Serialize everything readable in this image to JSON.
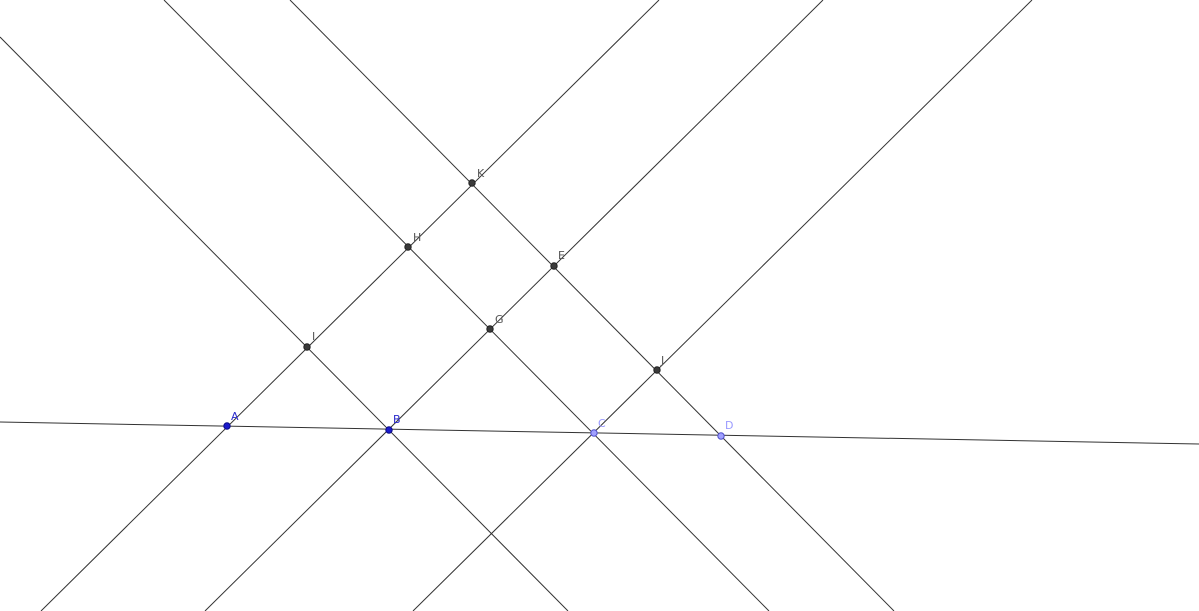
{
  "points": [
    {
      "id": "A",
      "label": "A",
      "kind": "free"
    },
    {
      "id": "B",
      "label": "B",
      "kind": "free"
    },
    {
      "id": "C",
      "label": "C",
      "kind": "light"
    },
    {
      "id": "D",
      "label": "D",
      "kind": "light"
    },
    {
      "id": "E",
      "label": "E",
      "kind": "intersection"
    },
    {
      "id": "G",
      "label": "G",
      "kind": "intersection"
    },
    {
      "id": "H",
      "label": "H",
      "kind": "intersection"
    },
    {
      "id": "I",
      "label": "I",
      "kind": "intersection"
    },
    {
      "id": "J",
      "label": "J",
      "kind": "intersection"
    },
    {
      "id": "K",
      "label": "K",
      "kind": "intersection"
    }
  ],
  "colors": {
    "line": "#333333",
    "point_dark": "#3a3a3a",
    "point_blue": "#1a1acc",
    "point_light": "#a0a0ff",
    "label_dark": "#555555",
    "label_blue": "#2a2acc",
    "label_light": "#9a9aff"
  }
}
